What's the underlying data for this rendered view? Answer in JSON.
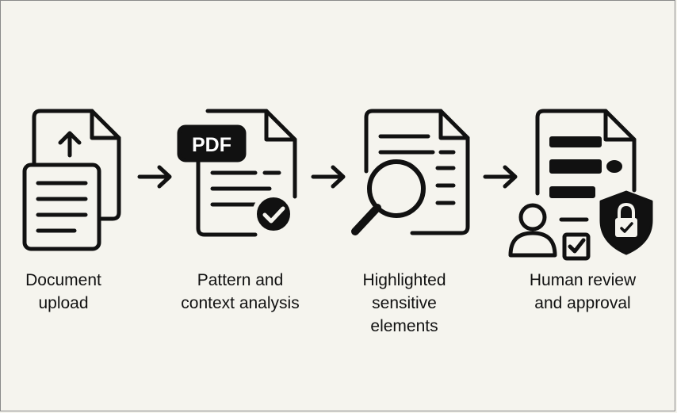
{
  "colors": {
    "background": "#f5f4ee",
    "ink": "#111111"
  },
  "steps": [
    {
      "icon": "document-upload-icon",
      "lines": [
        "Document",
        "upload"
      ]
    },
    {
      "icon": "pdf-check-icon",
      "lines": [
        "Pattern and",
        "context analysis"
      ]
    },
    {
      "icon": "document-magnifier-icon",
      "lines": [
        "Highlighted",
        "sensitive",
        "elements"
      ]
    },
    {
      "icon": "document-review-shield-icon",
      "lines": [
        "Human review",
        "and approval"
      ]
    }
  ],
  "pdf_badge": "PDF"
}
